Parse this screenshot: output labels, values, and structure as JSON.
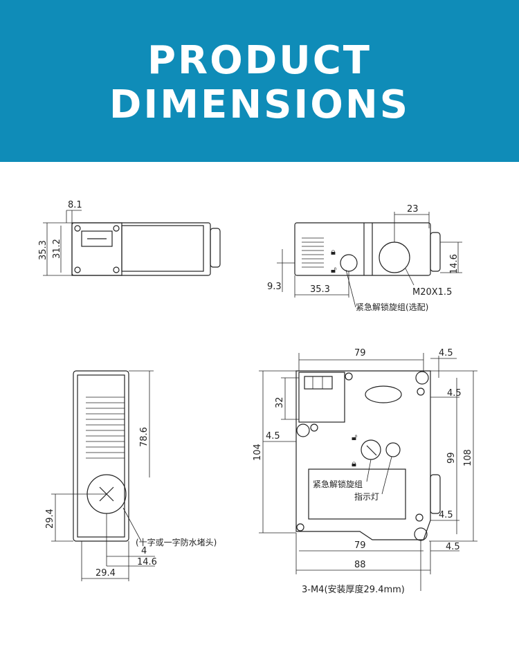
{
  "header": {
    "title_line1": "PRODUCT",
    "title_line2": "DIMENSIONS",
    "background_color": "#0f8cb8",
    "text_color": "#ffffff"
  },
  "top_left_view": {
    "dim_top": "8.1",
    "dim_height_outer": "35.3",
    "dim_height_inner": "31.2"
  },
  "top_right_view": {
    "dim_width": "23",
    "dim_offset": "9.3",
    "dim_base": "35.3",
    "dim_side": "14.6",
    "thread_label": "M20X1.5",
    "unlock_label": "紧急解锁旋组(选配)"
  },
  "bottom_left_view": {
    "dim_height": "78.6",
    "dim_plug_height": "29.4",
    "dim_small": "4",
    "dim_offset": "14.6",
    "dim_width": "29.4",
    "plug_label": "(十字或一字防水堵头)"
  },
  "bottom_right_view": {
    "dim_top": "79",
    "dim_corner_top": "4.5",
    "dim_corner_right": "4.5",
    "dim_left_height": "32",
    "dim_hole_left": "4.5",
    "dim_total_height": "104",
    "dim_inner_height": "99",
    "dim_outer_height": "108",
    "dim_hole_lower": "4.5",
    "dim_bottom_inner": "79",
    "dim_corner_bottom": "4.5",
    "dim_total_width": "88",
    "knob_label": "紧急解锁旋组",
    "led_label": "指示灯",
    "mount_label": "3-M4(安装厚度29.4mm)"
  }
}
